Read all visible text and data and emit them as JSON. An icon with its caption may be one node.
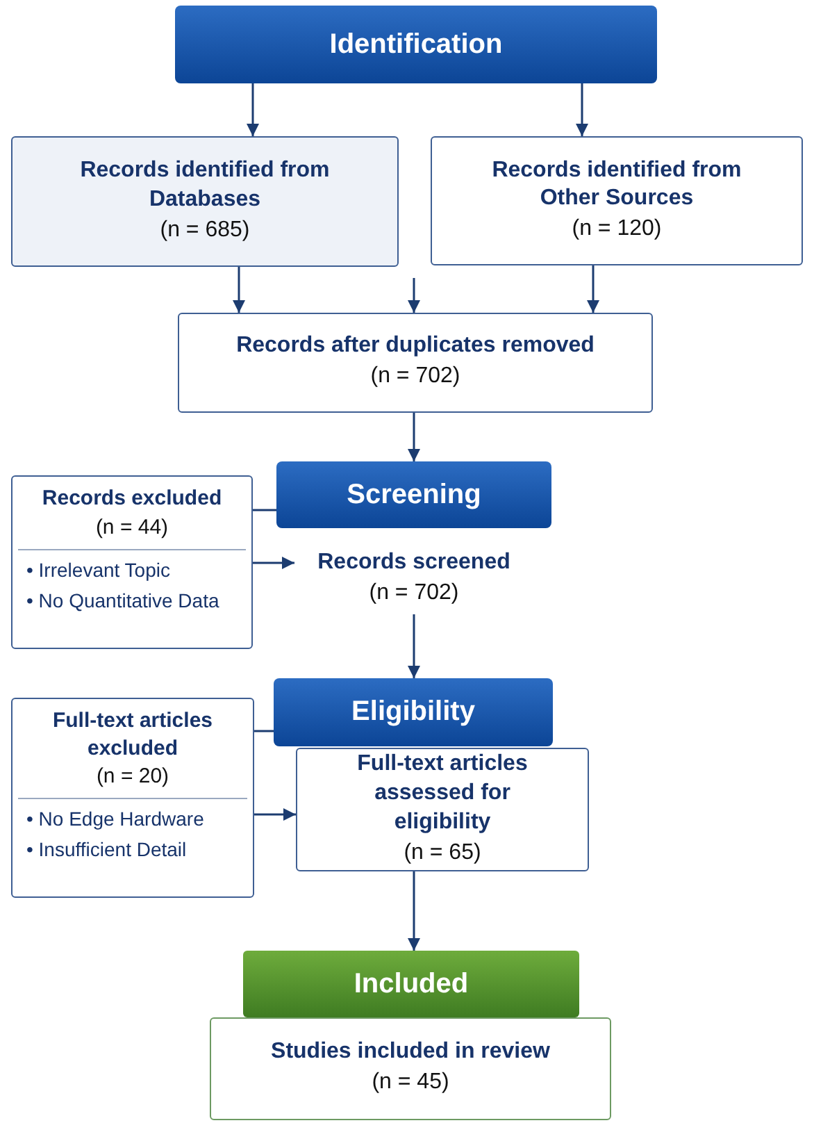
{
  "diagram": {
    "nodes": [
      {
        "text": [
          "Identification"
        ]
      },
      {
        "text": [
          "Records identified from Databases",
          "(n = 685)"
        ]
      },
      {
        "text": [
          "Records identified from Other Sources",
          "(n = 120)"
        ]
      },
      {
        "text": [
          "Records after duplicates removed",
          "(n = 702)"
        ]
      },
      {
        "text": [
          "Screening"
        ]
      },
      {
        "text": [
          "Records excluded",
          "(n = 44)",
          "• Irrelevant Topic",
          "• No Quantitative Data"
        ]
      },
      {
        "text": [
          "Records screened",
          "(n = 702)"
        ]
      },
      {
        "text": [
          "Eligibility"
        ]
      },
      {
        "text": [
          "Full-text articles excluded",
          "(n = 20)",
          "• No Edge Hardware",
          "• Insufficient Detail"
        ]
      },
      {
        "text": [
          "Full-text articles assessed for eligibility",
          "(n = 65)"
        ]
      },
      {
        "text": [
          "Included"
        ]
      },
      {
        "text": [
          "Studies included in review",
          "(n = 45)"
        ]
      }
    ],
    "edges": [
      {
        "from": 0,
        "to": 1,
        "arrow": "to"
      },
      {
        "from": 0,
        "to": 2,
        "arrow": "to"
      },
      {
        "from": 1,
        "to": 3,
        "arrow": "to"
      },
      {
        "from": null,
        "to": 3,
        "arrow": "to"
      },
      {
        "from": 2,
        "to": 3,
        "arrow": "to"
      },
      {
        "from": 3,
        "to": 4,
        "arrow": "to"
      },
      {
        "from": 5,
        "to": 4,
        "arrow": "none"
      },
      {
        "from": 5,
        "to": 6,
        "arrow": "to"
      },
      {
        "from": 6,
        "to": 7,
        "arrow": "to"
      },
      {
        "from": 8,
        "to": 7,
        "arrow": "none"
      },
      {
        "from": 8,
        "to": 9,
        "arrow": "to"
      },
      {
        "from": 9,
        "to": 10,
        "arrow": "to"
      }
    ]
  }
}
